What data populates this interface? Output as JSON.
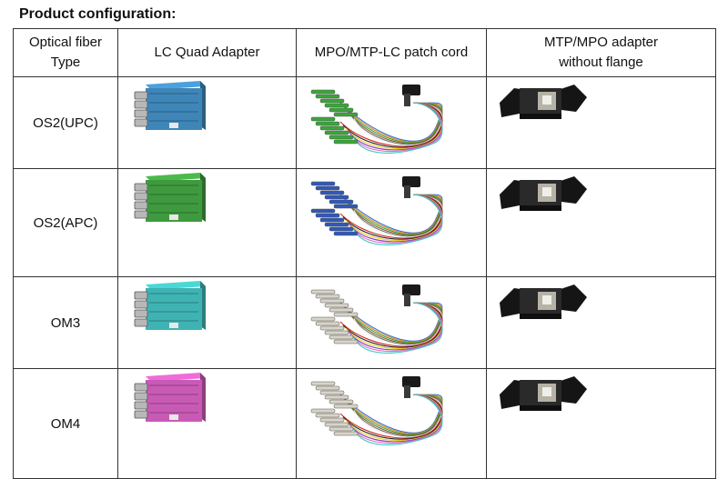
{
  "heading": "Product configuration:",
  "columns": {
    "type": "Optical fiber Type",
    "type_line1": "Optical fiber",
    "type_line2": "Type",
    "lc": "LC Quad Adapter",
    "cord": "MPO/MTP-LC patch cord",
    "mtp_line1": "MTP/MPO adapter",
    "mtp_line2": "without flange"
  },
  "rows": [
    {
      "type": "OS2(UPC)",
      "adapter_color": "#3f86b8",
      "adapter_icon": "lc-quad-adapter",
      "boot_color": "#3aa63a",
      "cord_icon": "mpo-lc-patch-cord",
      "mtp_icon": "mtp-adapter"
    },
    {
      "type": "OS2(APC)",
      "adapter_color": "#3f9a3f",
      "adapter_icon": "lc-quad-adapter",
      "boot_color": "#2f58b8",
      "cord_icon": "mpo-lc-patch-cord",
      "mtp_icon": "mtp-adapter"
    },
    {
      "type": "OM3",
      "adapter_color": "#3fb3b3",
      "adapter_icon": "lc-quad-adapter",
      "boot_color": "#d9d4c8",
      "cord_icon": "mpo-lc-patch-cord",
      "mtp_icon": "mtp-adapter"
    },
    {
      "type": "OM4",
      "adapter_color": "#c85ab5",
      "adapter_icon": "lc-quad-adapter",
      "boot_color": "#d9d4c8",
      "cord_icon": "mpo-lc-patch-cord",
      "mtp_icon": "mtp-adapter"
    }
  ]
}
